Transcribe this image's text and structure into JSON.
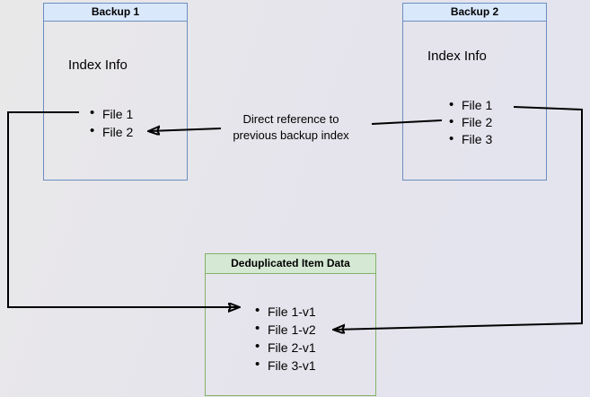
{
  "diagram": {
    "backup1": {
      "title": "Backup 1",
      "section_label": "Index Info",
      "items": [
        "File 1",
        "File 2"
      ]
    },
    "backup2": {
      "title": "Backup 2",
      "section_label": "Index Info",
      "items": [
        "File 1",
        "File 2",
        "File 3"
      ]
    },
    "dedup": {
      "title": "Deduplicated Item Data",
      "items": [
        "File 1-v1",
        "File 1-v2",
        "File 2-v1",
        "File 3-v1"
      ]
    },
    "edge_label": {
      "line1": "Direct reference to",
      "line2": "previous backup index"
    },
    "colors": {
      "blue_fill": "#dae8fc",
      "blue_border": "#6c8ebf",
      "green_fill": "#d5e8d4",
      "green_border": "#82b366",
      "edge": "#000000"
    }
  }
}
